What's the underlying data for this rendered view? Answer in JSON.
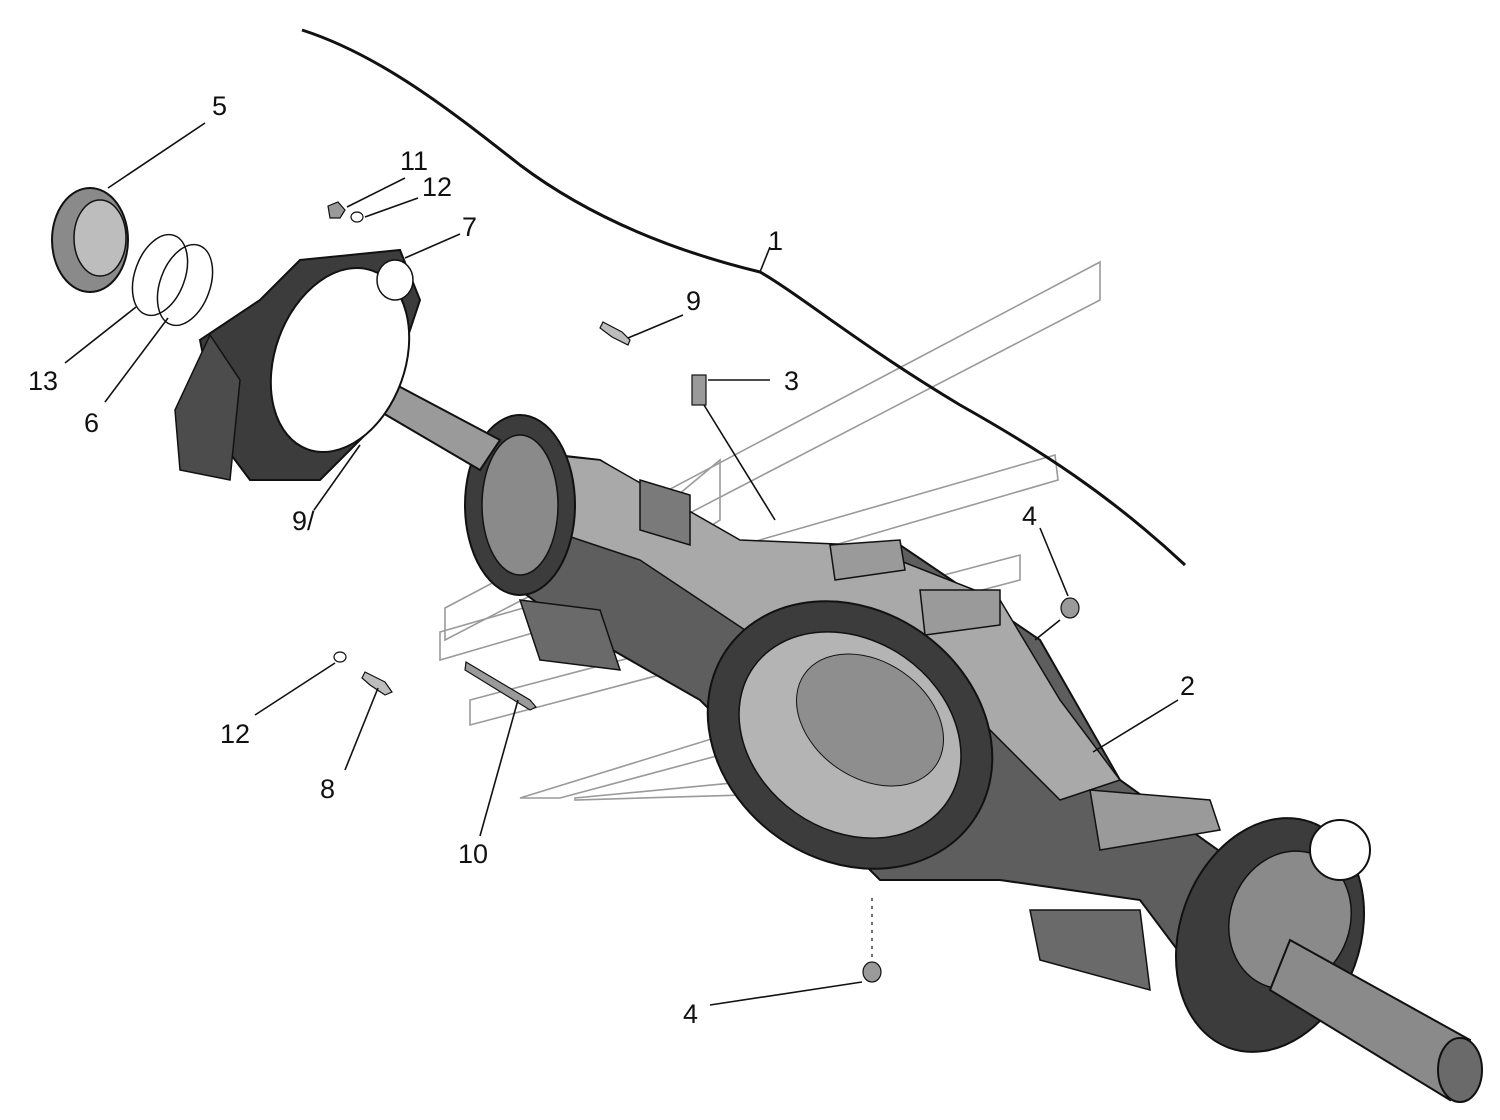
{
  "colors": {
    "part_dark": "#3c3c3c",
    "part_mid": "#6e6e6e",
    "part_light": "#a9a9a9",
    "part_highlight": "#d0d0d0",
    "line": "#111111",
    "watermark": "#9a9a9a",
    "background": "#ffffff"
  },
  "callouts": {
    "c1": "1",
    "c2": "2",
    "c3": "3",
    "c4a": "4",
    "c4b": "4",
    "c5": "5",
    "c6": "6",
    "c7": "7",
    "c8": "8",
    "c9a": "9",
    "c9b": "9/",
    "c10": "10",
    "c11": "11",
    "c12a": "12",
    "c12b": "12",
    "c13": "13"
  }
}
